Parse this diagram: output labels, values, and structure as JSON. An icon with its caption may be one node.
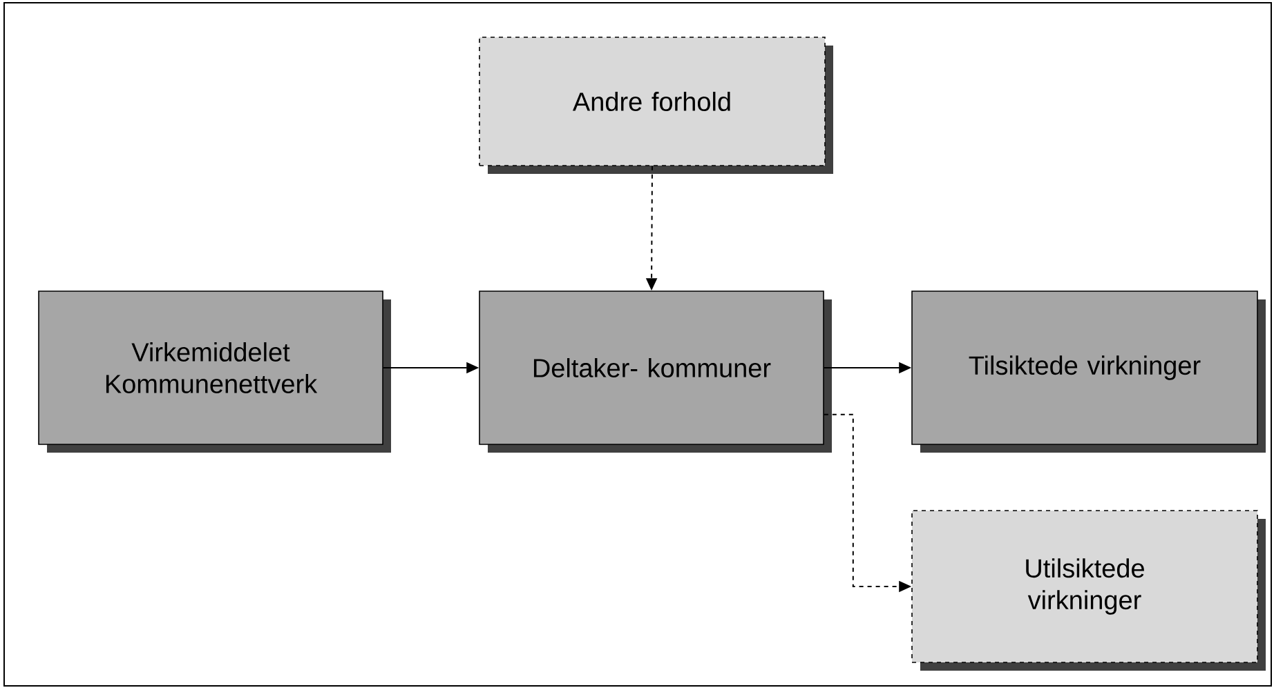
{
  "diagram": {
    "nodes": [
      {
        "text": [
          "Andre forhold"
        ]
      },
      {
        "text": [
          "Virkemiddelet Kommunenettverk"
        ]
      },
      {
        "text": [
          "Deltaker- kommuner"
        ]
      },
      {
        "text": [
          "Tilsiktede virkninger"
        ]
      },
      {
        "text": [
          "Utilsiktede virkninger"
        ]
      }
    ],
    "edges": [
      {
        "from": 0,
        "to": 2,
        "arrow": "to",
        "style": "dashed"
      },
      {
        "from": 1,
        "to": 2,
        "arrow": "to"
      },
      {
        "from": 2,
        "to": 3,
        "arrow": "to"
      },
      {
        "from": 2,
        "to": 4,
        "arrow": "to",
        "style": "dashed"
      }
    ]
  }
}
